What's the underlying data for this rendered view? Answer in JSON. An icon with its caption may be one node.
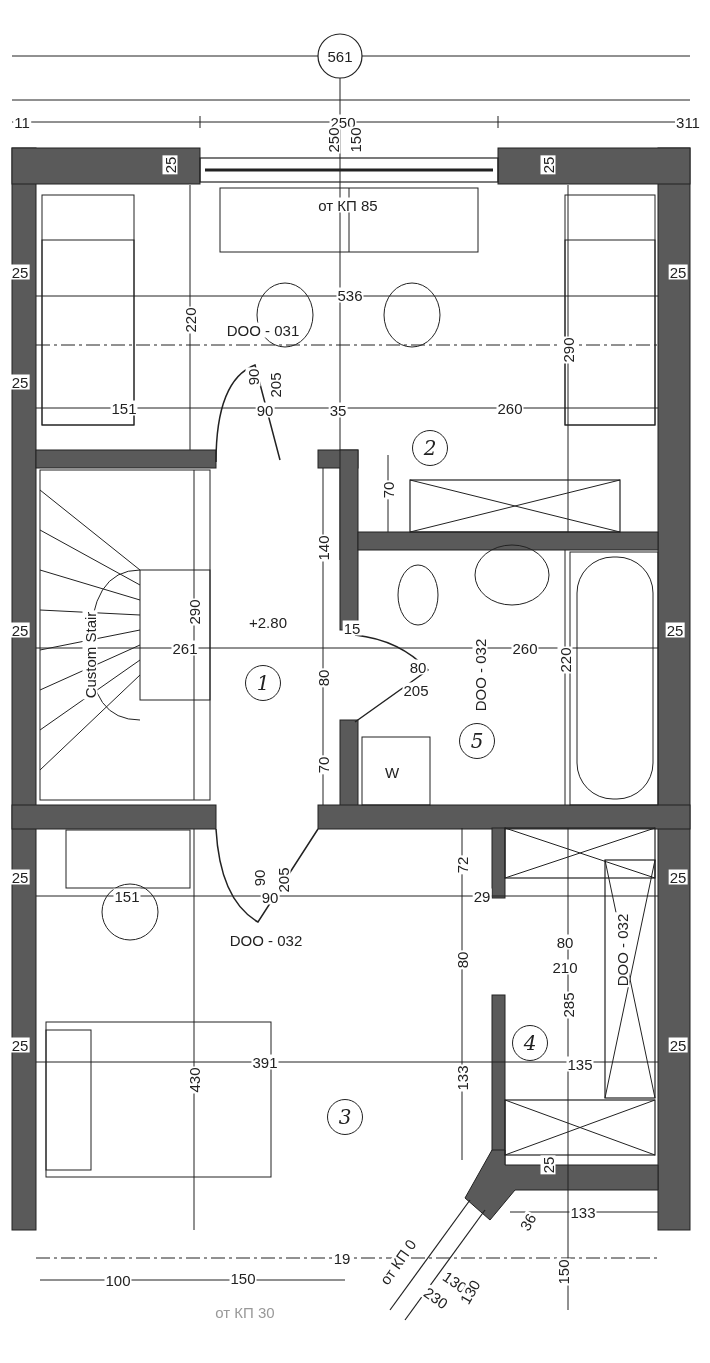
{
  "diagram": {
    "nodes": [
      {
        "text": [
          "2"
        ]
      },
      {
        "text": [
          "1"
        ]
      },
      {
        "text": [
          "5"
        ]
      },
      {
        "text": [
          "4"
        ]
      },
      {
        "text": [
          "3"
        ]
      }
    ],
    "labels": [
      "561",
      "11",
      "250",
      "311",
      "250",
      "150",
      "25",
      "25",
      "от КП 85",
      "25",
      "25",
      "536",
      "220",
      "DOO - 031",
      "290",
      "25",
      "151",
      "90",
      "205",
      "90",
      "35",
      "260",
      "70",
      "140",
      "25",
      "+2.80",
      "290",
      "261",
      "Custom Stair",
      "15",
      "80",
      "80",
      "205",
      "DOO - 032",
      "260",
      "220",
      "25",
      "70",
      "W",
      "25",
      "72",
      "151",
      "90",
      "205",
      "90",
      "29",
      "25",
      "DOO - 032",
      "80",
      "80",
      "210",
      "285",
      "DOO - 032",
      "25",
      "391",
      "430",
      "135",
      "133",
      "25",
      "25",
      "133",
      "36",
      "19",
      "от КП 0",
      "100",
      "150",
      "130",
      "230",
      "130",
      "150",
      "от КП 30"
    ]
  }
}
